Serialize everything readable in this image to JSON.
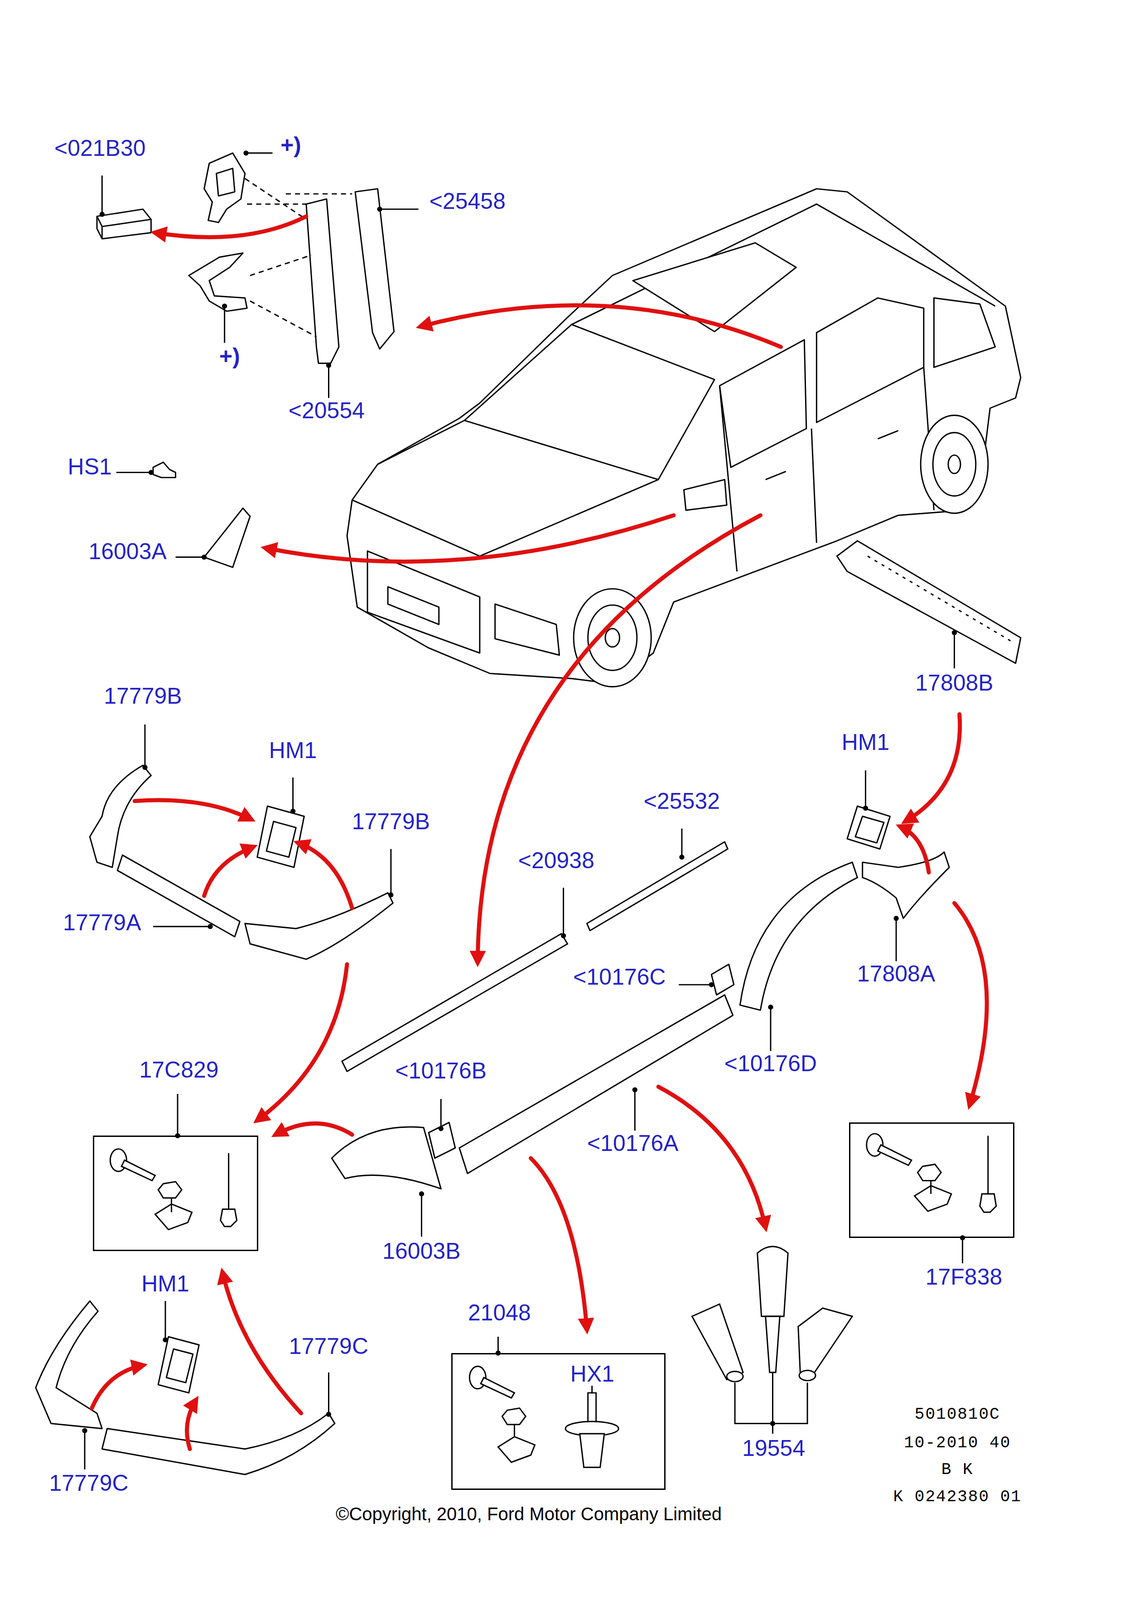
{
  "diagram": {
    "caption": "©Copyright, 2010, Ford Motor Company Limited",
    "nodes": [
      {
        "text": [
          "17C829"
        ]
      },
      {
        "text": [
          "17F838"
        ]
      },
      {
        "text": [
          "21048",
          "HX1"
        ]
      }
    ],
    "labels": [
      "<021B30",
      "+)",
      "<25458",
      "+)",
      "<20554",
      "HS1",
      "16003A",
      "17808B",
      "17779B",
      "HM1",
      "HM1",
      "<25532",
      "17779B",
      "<20938",
      "17779A",
      "17808A",
      "<10176C",
      "<10176D",
      "<10176B",
      "<10176A",
      "16003B",
      "HM1",
      "17779C",
      "5010810C",
      "10-2010 40",
      "19554",
      "B K",
      "17779C",
      "K 0242380 01"
    ]
  }
}
